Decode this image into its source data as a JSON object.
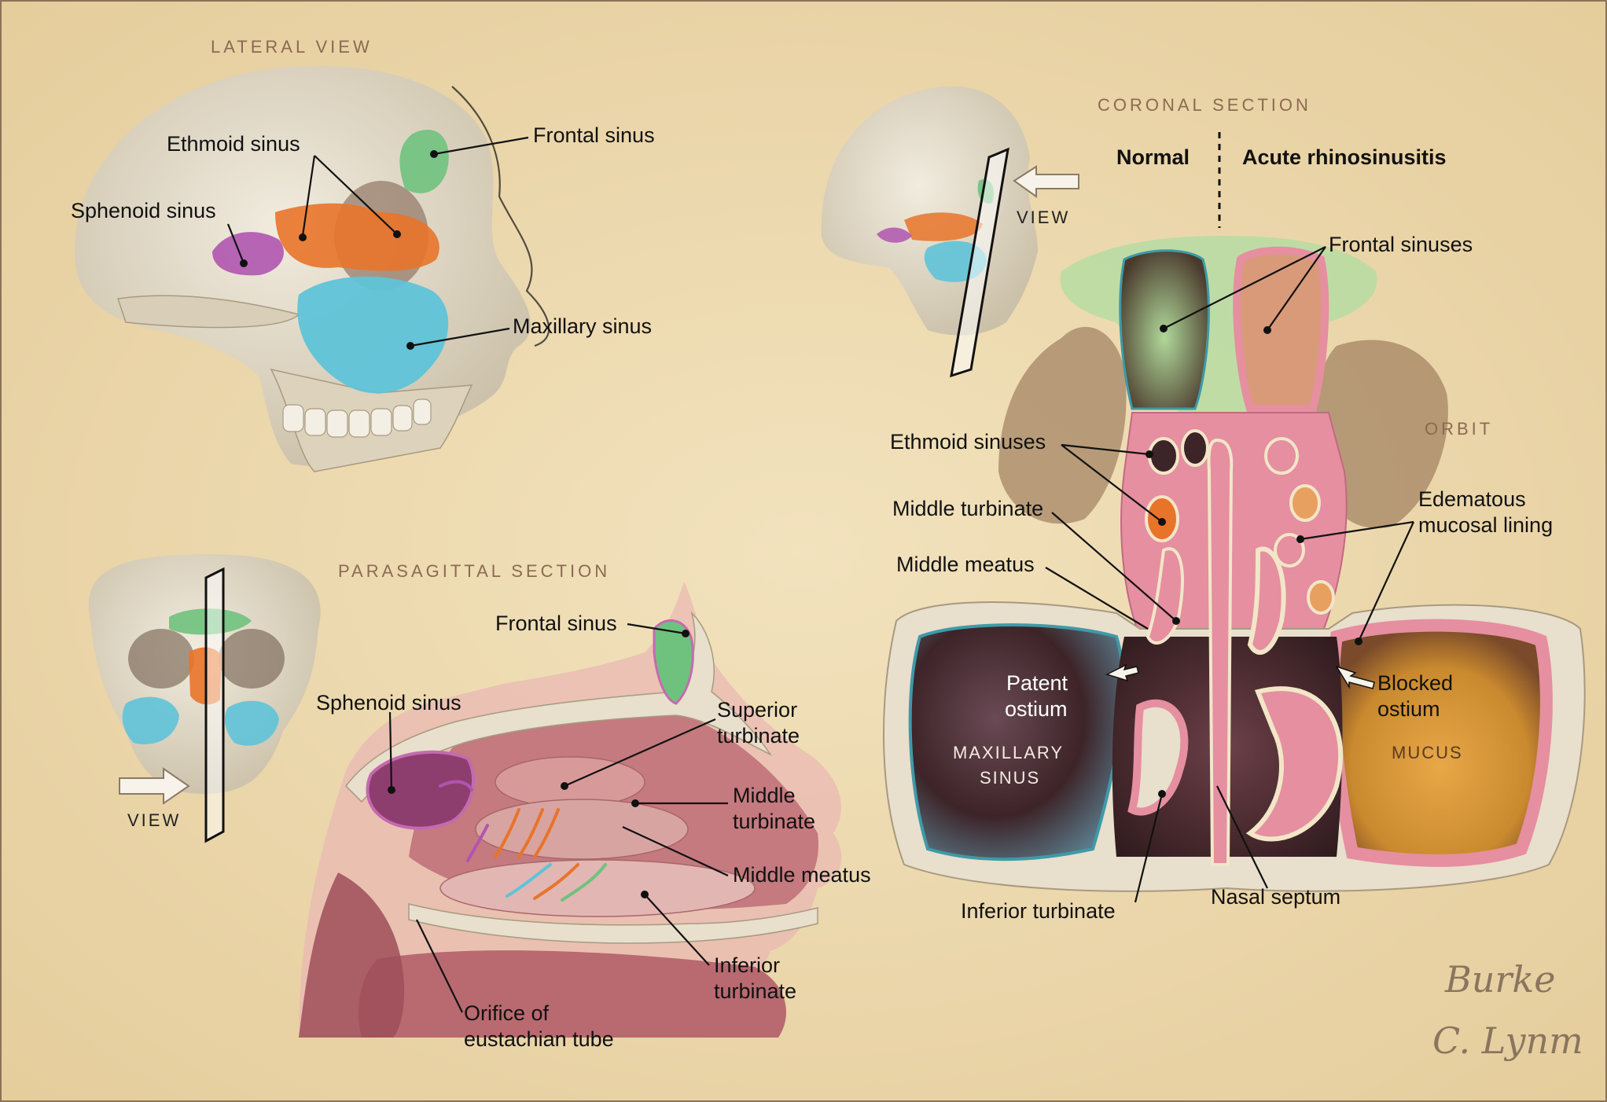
{
  "headers": {
    "lateral": "LATERAL VIEW",
    "parasagittal": "PARASAGITTAL SECTION",
    "coronal": "CORONAL SECTION"
  },
  "view_labels": [
    "VIEW",
    "VIEW"
  ],
  "lateral_labels": {
    "ethmoid": "Ethmoid sinus",
    "frontal": "Frontal sinus",
    "sphenoid": "Sphenoid sinus",
    "maxillary": "Maxillary sinus"
  },
  "parasagittal_labels": {
    "frontal": "Frontal sinus",
    "sphenoid": "Sphenoid sinus",
    "superior_turbinate": [
      "Superior",
      "turbinate"
    ],
    "middle_turbinate": [
      "Middle",
      "turbinate"
    ],
    "middle_meatus": "Middle meatus",
    "inferior_turbinate": [
      "Inferior",
      "turbinate"
    ],
    "orifice": [
      "Orifice of",
      "eustachian tube"
    ]
  },
  "coronal_labels": {
    "normal": "Normal",
    "acute": "Acute rhinosinusitis",
    "frontal_sinuses": "Frontal sinuses",
    "orbit": "ORBIT",
    "ethmoid_sinuses": "Ethmoid sinuses",
    "middle_turbinate": "Middle turbinate",
    "middle_meatus": "Middle meatus",
    "edematous": [
      "Edematous",
      "mucosal lining"
    ],
    "patent": [
      "Patent",
      "ostium"
    ],
    "blocked": [
      "Blocked",
      "ostium"
    ],
    "maxillary": [
      "MAXILLARY",
      "SINUS"
    ],
    "mucus": "MUCUS",
    "inferior_turbinate": "Inferior turbinate",
    "nasal_septum": "Nasal septum"
  },
  "signatures": [
    "Burke",
    "C. Lynm"
  ],
  "colors": {
    "background": "#efdcb2",
    "bone": "#e6dcc6",
    "frontal_green": "#7fc88a",
    "ethmoid_orange": "#e8742a",
    "sphenoid_magenta": "#b055b0",
    "maxillary_blue": "#5fc3d8",
    "mucosa_pink": "#e58fa0",
    "cavity_dark": "#3a2420"
  }
}
